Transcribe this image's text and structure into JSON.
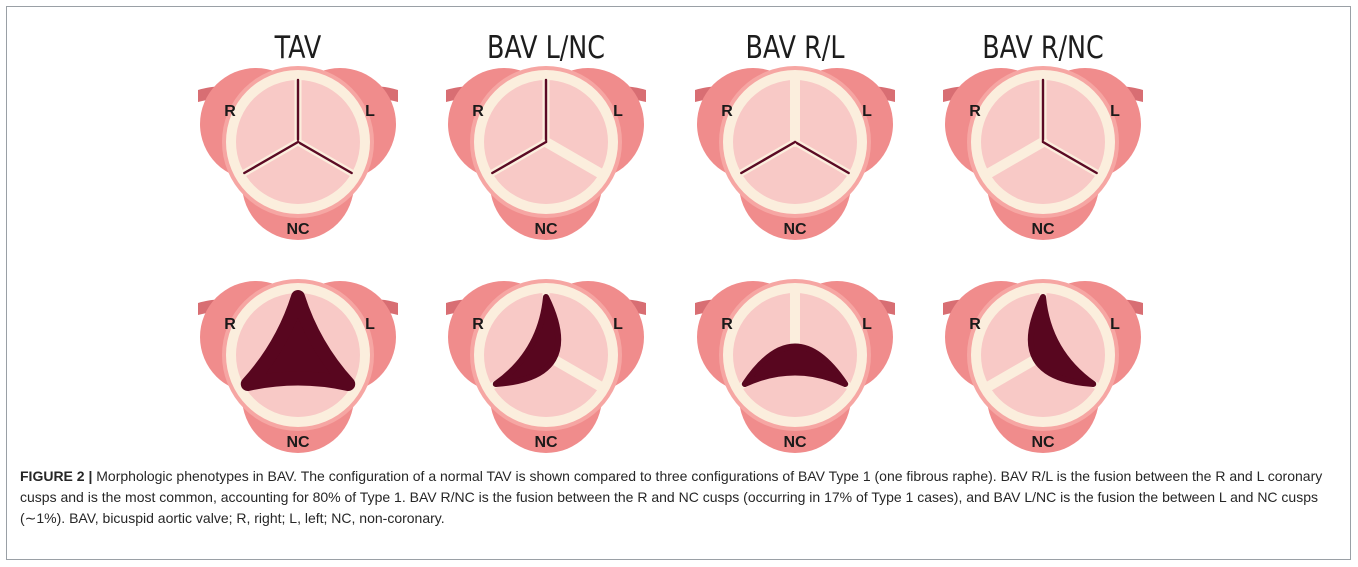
{
  "figure": {
    "columns": [
      {
        "title": "TAV",
        "fusion": "none"
      },
      {
        "title": "BAV L/NC",
        "fusion": "L-NC"
      },
      {
        "title": "BAV R/L",
        "fusion": "R-L"
      },
      {
        "title": "BAV R/NC",
        "fusion": "R-NC"
      }
    ],
    "cusp_labels": {
      "right": "R",
      "left": "L",
      "noncoronary": "NC"
    },
    "rows": [
      "closed",
      "open"
    ]
  },
  "caption": {
    "label": "FIGURE 2 |",
    "text": "Morphologic phenotypes in BAV. The configuration of a normal TAV is shown compared to three configurations of BAV Type 1 (one fibrous raphe). BAV R/L is the fusion between the R and L coronary cusps and is the most common, accounting for 80% of Type 1. BAV R/NC is the fusion between the R and NC cusps (occurring in 17% of Type 1 cases), and BAV L/NC is the fusion the between L and NC cusps (∼1%). BAV, bicuspid aortic valve; R, right; L, left; NC, non-coronary."
  },
  "colors": {
    "sinus": "#f08c8c",
    "sinus_inner": "#f6a6a3",
    "artery": "#d86e73",
    "annulus": "#fbeedd",
    "cusp": "#f8c9c6",
    "commissure": "#5b0a24",
    "orifice": "#58061f",
    "frame_border": "#9aa0a6"
  }
}
